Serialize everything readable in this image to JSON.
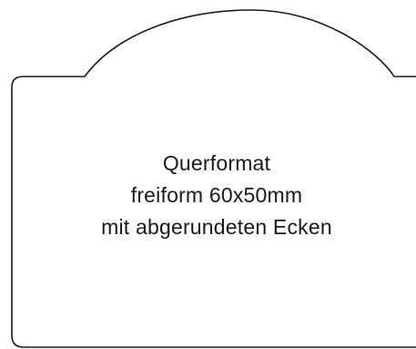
{
  "label": {
    "line1": "Querformat",
    "line2": "freiform 60x50mm",
    "line3": "mit abgerundeten Ecken"
  },
  "colors": {
    "outline": "#1a1a1a",
    "fill": "#ffffff",
    "text": "#1a1a1a"
  }
}
